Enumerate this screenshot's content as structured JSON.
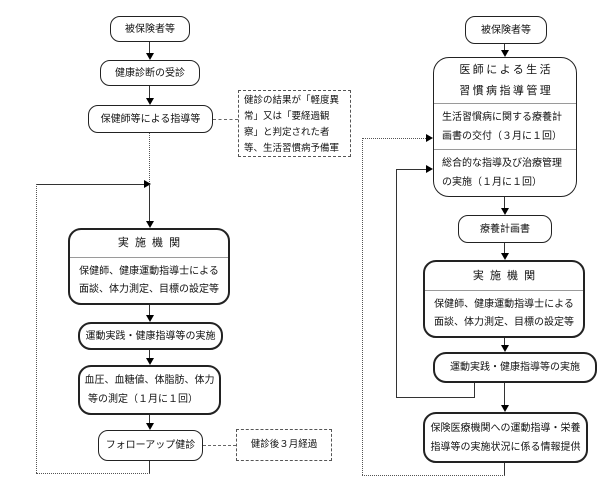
{
  "left_flow": {
    "insured": "被保険者等",
    "checkup": "健康診断の受診",
    "guidance": "保健師等による指導等",
    "criteria_note": {
      "lines": [
        "健診の結果が「軽度異",
        "常」又は「要経過観",
        "察」と判定された者",
        "等、生活習慣病予備軍"
      ]
    },
    "agency": {
      "title": "実施機関",
      "lines": [
        "保健師、健康運動指導士による",
        "面談、体力測定、目標の設定等"
      ]
    },
    "practice": "運動実践・健康指導等の実施",
    "measurement": {
      "lines": [
        "血圧、血糖値、体脂肪、体力",
        "等の測定（１月に１回）"
      ]
    },
    "followup": "フォローアップ健診",
    "followup_note": "健診後３月経過"
  },
  "right_flow": {
    "insured": "被保険者等",
    "doctor": {
      "title_lines": [
        "医師による生活",
        "習慣病指導管理"
      ],
      "plan_lines": [
        "生活習慣病に関する療養計",
        "画書の交付（３月に１回）"
      ],
      "treatment_lines": [
        "総合的な指導及び治療管理",
        "の実施（１月に１回）"
      ]
    },
    "care_plan": "療養計画書",
    "agency": {
      "title": "実施機関",
      "lines": [
        "保健師、健康運動指導士による",
        "面談、体力測定、目標の設定等"
      ]
    },
    "practice": "運動実践・健康指導等の実施",
    "report": {
      "lines": [
        "保険医療機関への運動指導・栄養",
        "指導等の実施状況に係る情報提供"
      ]
    }
  },
  "colors": {
    "background": "#ffffff",
    "line": "#333333",
    "border": "#222222",
    "divider": "#9a9a9a",
    "text": "#111111"
  }
}
